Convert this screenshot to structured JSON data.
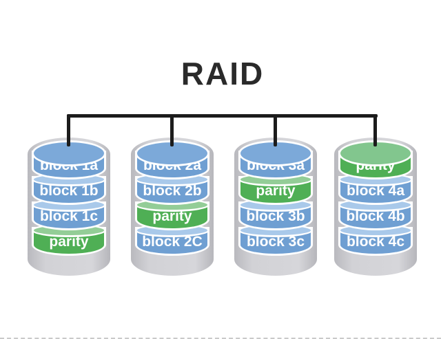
{
  "title": "RAID",
  "colors": {
    "block_face": "#6f9fd2",
    "block_rim": "#a9c9ea",
    "parity_face": "#4faf55",
    "parity_rim": "#93cd97",
    "shell_gray": "#cccccf",
    "connector_black": "#1c1c1c",
    "label_text": "#ffffff"
  },
  "drives": [
    {
      "segments": [
        {
          "label": "block 1a",
          "type": "block"
        },
        {
          "label": "block 1b",
          "type": "block"
        },
        {
          "label": "block 1c",
          "type": "block"
        },
        {
          "label": "parity",
          "type": "parity"
        }
      ]
    },
    {
      "segments": [
        {
          "label": "block 2a",
          "type": "block"
        },
        {
          "label": "block 2b",
          "type": "block"
        },
        {
          "label": "parity",
          "type": "parity"
        },
        {
          "label": "block 2C",
          "type": "block"
        }
      ]
    },
    {
      "segments": [
        {
          "label": "block 3a",
          "type": "block"
        },
        {
          "label": "parity",
          "type": "parity"
        },
        {
          "label": "block 3b",
          "type": "block"
        },
        {
          "label": "block 3c",
          "type": "block"
        }
      ]
    },
    {
      "segments": [
        {
          "label": "parity",
          "type": "parity"
        },
        {
          "label": "block 4a",
          "type": "block"
        },
        {
          "label": "block 4b",
          "type": "block"
        },
        {
          "label": "block 4c",
          "type": "block"
        }
      ]
    }
  ]
}
